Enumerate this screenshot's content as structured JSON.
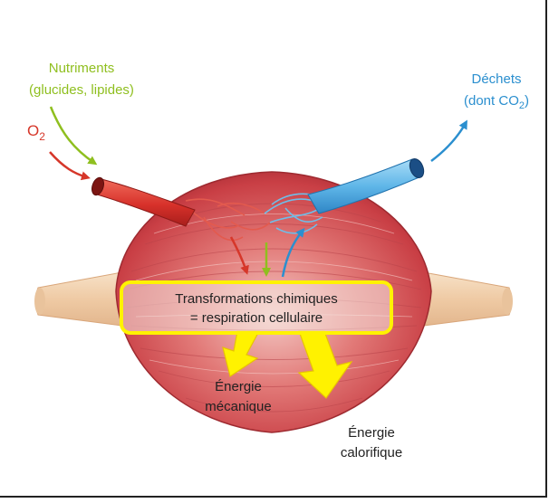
{
  "labels": {
    "nutriments_line1": "Nutriments",
    "nutriments_line2": "(glucides, lipides)",
    "o2_base": "O",
    "o2_sub": "2",
    "dechets_line1": "Déchets",
    "dechets_line2_prefix": "(dont CO",
    "dechets_line2_sub": "2",
    "dechets_line2_suffix": ")",
    "transformations_line1": "Transformations chimiques",
    "transformations_line2": "= respiration cellulaire",
    "energie_meca_line1": "Énergie",
    "energie_meca_line2": "mécanique",
    "energie_calo_line1": "Énergie",
    "energie_calo_line2": "calorifique"
  },
  "colors": {
    "nutriments": "#8fbf1f",
    "oxygen": "#d6372a",
    "dechets": "#2b8fcf",
    "yellow": "#fff200",
    "yellow_border": "#e8c400",
    "muscle": "#d9545a",
    "tendon": "#f2d2b0",
    "artery": "#d7312a",
    "vein": "#4aa6df"
  }
}
